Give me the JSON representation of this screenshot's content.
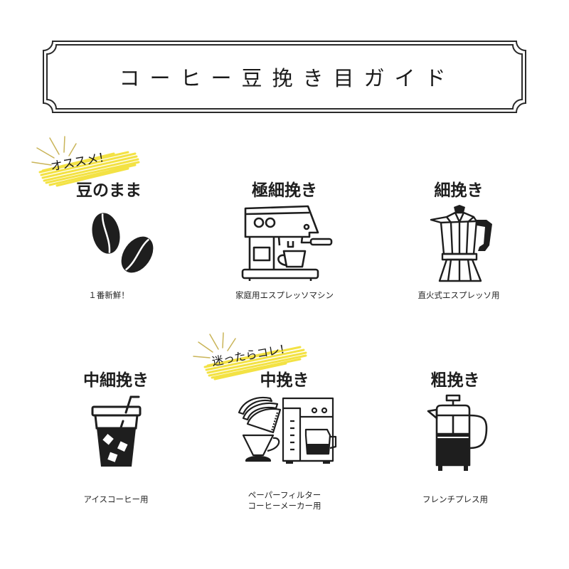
{
  "title": "コーヒー豆挽き目ガイド",
  "colors": {
    "text": "#1e1e1e",
    "highlight": "#f3e13a",
    "rays": "#c9b458",
    "frame": "#2a2a2a"
  },
  "badges": [
    {
      "label": "オススメ！",
      "attached_to": "whole-bean"
    },
    {
      "label": "迷ったらコレ！",
      "attached_to": "medium"
    }
  ],
  "grinds": [
    {
      "id": "whole-bean",
      "heading": "豆のまま",
      "icon": "coffee-beans-icon",
      "caption_lines": [
        "１番新鮮！"
      ]
    },
    {
      "id": "extra-fine",
      "heading": "極細挽き",
      "icon": "espresso-machine-icon",
      "caption_lines": [
        "家庭用エスプレッソマシン"
      ]
    },
    {
      "id": "fine",
      "heading": "細挽き",
      "icon": "moka-pot-icon",
      "caption_lines": [
        "直火式エスプレッソ用"
      ]
    },
    {
      "id": "medium-fine",
      "heading": "中細挽き",
      "icon": "iced-coffee-icon",
      "caption_lines": [
        "アイスコーヒー用"
      ]
    },
    {
      "id": "medium",
      "heading": "中挽き",
      "icon": "drip-and-coffee-maker-icon",
      "caption_lines": [
        "ペーパーフィルター",
        "コーヒーメーカー用"
      ]
    },
    {
      "id": "coarse",
      "heading": "粗挽き",
      "icon": "french-press-icon",
      "caption_lines": [
        "フレンチプレス用"
      ]
    }
  ]
}
